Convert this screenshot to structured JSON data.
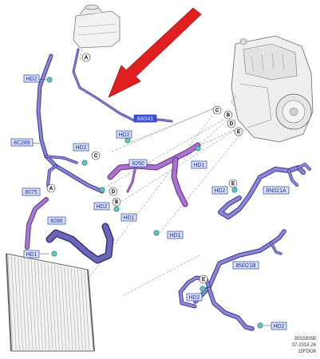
{
  "colors": {
    "hose": "#7a74cf",
    "hose_dark": "#3c3890",
    "hose_pink": "#a05ac4",
    "label_fill": "#d9e6f7",
    "label_stroke": "#2a3fa0",
    "label_hl_fill": "#3d4fe0",
    "clip": "#5cc6c0",
    "arrow": "#e02020",
    "outline": "#555555"
  },
  "labels": {
    "hd2_top": "HD2",
    "hd2_mid": "HD2",
    "hd2_center": "HD2",
    "hd2_lower": "HD2",
    "hd2_right": "HD2",
    "hd2_br1": "HD2",
    "hd2_br2": "HD2",
    "hd1_a": "HD1",
    "hd1_b": "HD1",
    "hd1_c": "HD1",
    "hd1_left": "HD1",
    "sc289": "8C289",
    "p8260": "8260",
    "p8075": "8075",
    "p8286": "8286",
    "n8021a": "8N021A",
    "n8021b": "8N021B",
    "highlight": "8A541"
  },
  "callouts": {
    "A_top": "A",
    "C_right": "C",
    "B_right": "B",
    "D_right": "D",
    "E_right": "E",
    "C_mid": "C",
    "D_mid": "D",
    "B_mid": "B",
    "A_left": "A",
    "E_r1": "E",
    "E_r2": "E"
  },
  "reference": {
    "line1": "3033305B",
    "line2": "37-2018 26",
    "line3": "15FDO6"
  }
}
